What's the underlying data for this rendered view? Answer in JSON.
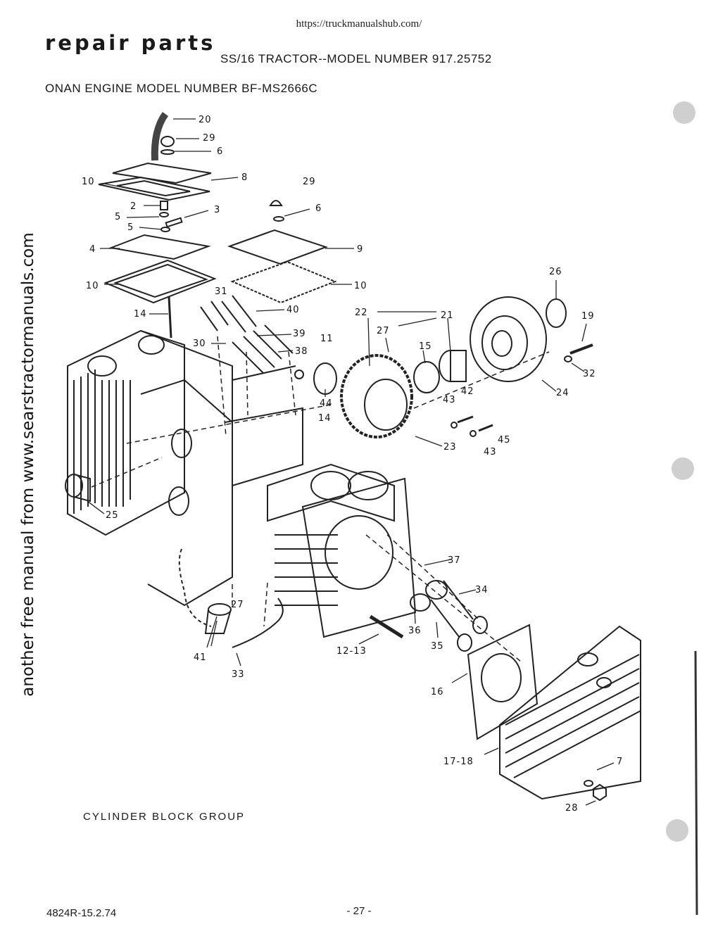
{
  "header": {
    "url": "https://truckmanualshub.com/",
    "title": "repair parts",
    "tractor_model": "SS/16 TRACTOR--MODEL NUMBER 917.25752",
    "engine_model": "ONAN ENGINE MODEL NUMBER BF-MS2666C"
  },
  "watermark": "another free manual from www.searstractormanuals.com",
  "diagram": {
    "group_title": "CYLINDER BLOCK GROUP",
    "callouts": [
      "20",
      "29",
      "6",
      "8",
      "10",
      "29",
      "2",
      "3",
      "6",
      "5",
      "5",
      "4",
      "9",
      "10",
      "10",
      "26",
      "31",
      "40",
      "14",
      "21",
      "22",
      "19",
      "27",
      "39",
      "11",
      "30",
      "38",
      "15",
      "32",
      "24",
      "42",
      "43",
      "44",
      "14",
      "45",
      "23",
      "43",
      "25",
      "37",
      "34",
      "27",
      "36",
      "35",
      "12-13",
      "41",
      "33",
      "16",
      "17-18",
      "7",
      "28"
    ]
  },
  "footer": {
    "doc_number": "4824R-15.2.74",
    "page_number": "- 27 -"
  }
}
